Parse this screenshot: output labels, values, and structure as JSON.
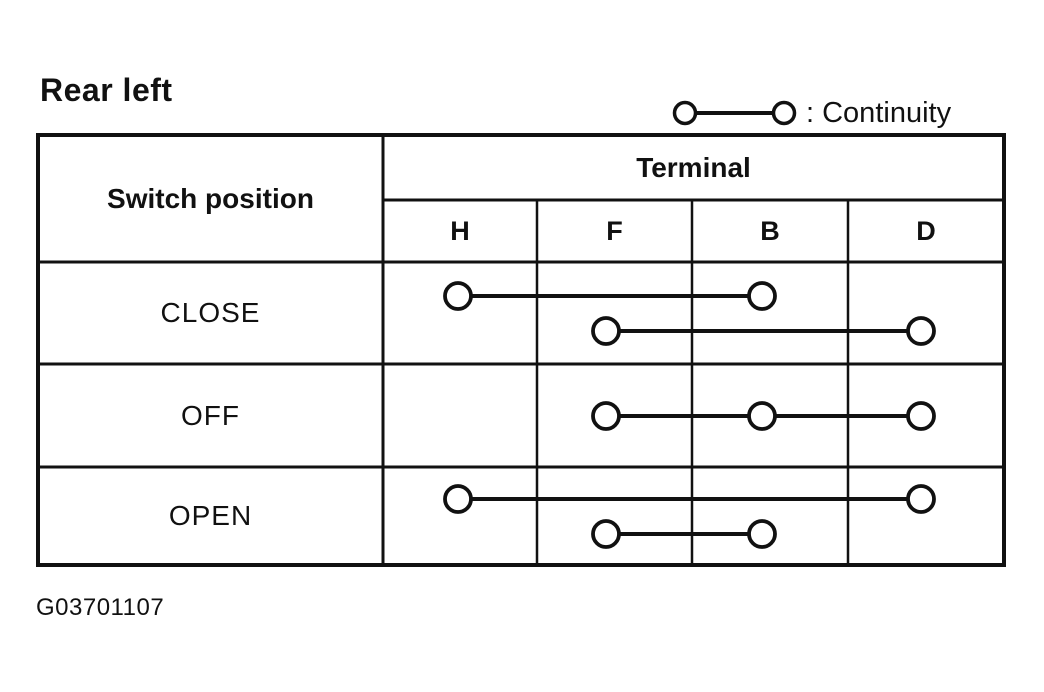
{
  "title": "Rear left",
  "legend": {
    "symbol": "circle-line-circle",
    "label": ": Continuity"
  },
  "table": {
    "header": {
      "switch_position": "Switch position",
      "terminal_group": "Terminal"
    },
    "terminals": [
      "H",
      "F",
      "B",
      "D"
    ],
    "rows": [
      {
        "position": "CLOSE",
        "connections": [
          [
            "H",
            "B"
          ],
          [
            "F",
            "D"
          ]
        ]
      },
      {
        "position": "OFF",
        "connections": [
          [
            "F",
            "B",
            "D"
          ]
        ]
      },
      {
        "position": "OPEN",
        "connections": [
          [
            "H",
            "D"
          ],
          [
            "F",
            "B"
          ]
        ]
      }
    ]
  },
  "figure_id": "G03701107",
  "colors": {
    "ink": "#111111",
    "paper": "#ffffff"
  }
}
